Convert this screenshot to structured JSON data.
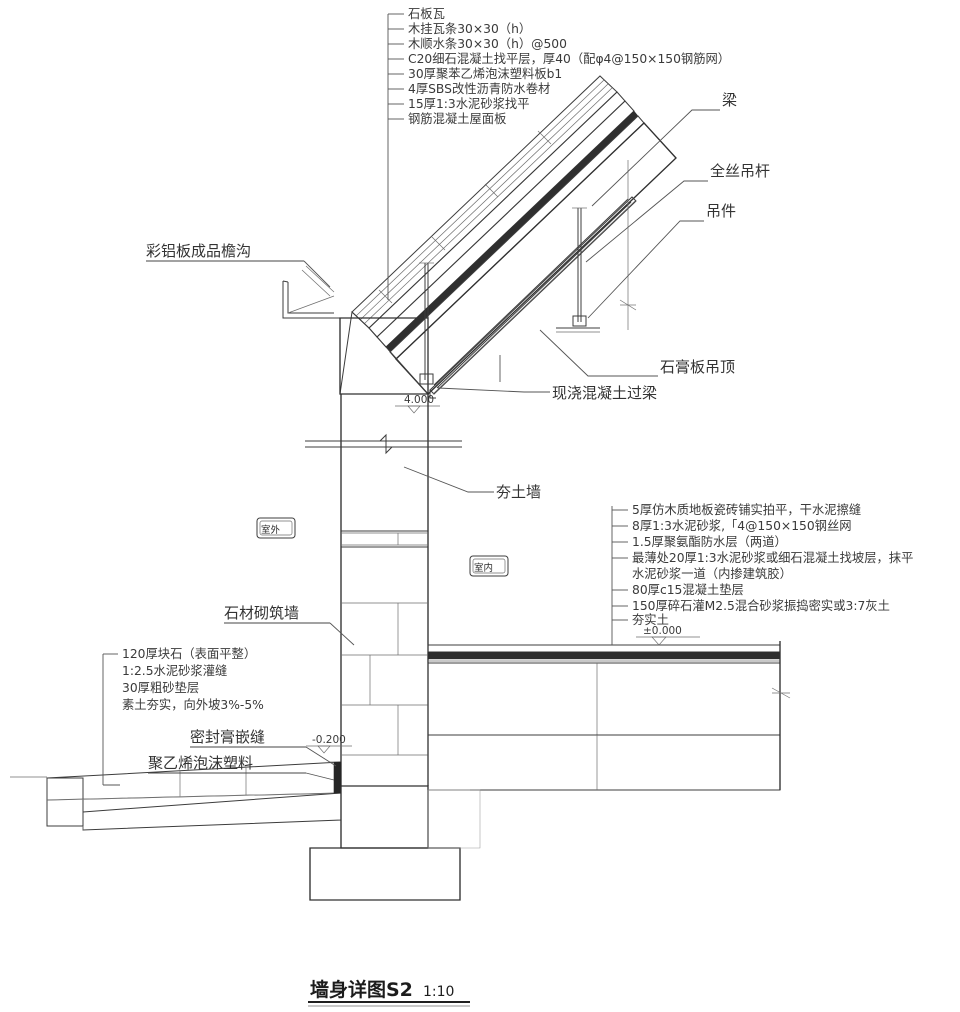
{
  "drawing": {
    "title": "墙身详图S2",
    "scale": "1:10",
    "type": "architectural-wall-section-detail"
  },
  "roof_notes": {
    "leader_target": "roof-assembly",
    "lines": [
      "石板瓦",
      "木挂瓦条30×30（h）",
      "木顺水条30×30（h）@500",
      "C20细石混凝土找平层，厚40（配φ4@150×150钢筋网）",
      "30厚聚苯乙烯泡沫塑料板b1",
      "4厚SBS改性沥青防水卷材",
      "15厚1:3水泥砂浆找平",
      "钢筋混凝土屋面板"
    ]
  },
  "floor_notes": {
    "leader_target": "ground-floor-assembly",
    "lines": [
      "5厚仿木质地板瓷砖铺实拍平，干水泥擦缝",
      "8厚1:3水泥砂浆,「4@150×150钢丝网",
      "1.5厚聚氨酯防水层（两道）",
      "最薄处20厚1:3水泥砂浆或细石混凝土找坡层，抹平",
      "水泥砂浆一道（内掺建筑胶）",
      "80厚c15混凝土垫层",
      "150厚碎石灌M2.5混合砂浆振捣密实或3:7灰土",
      "夯实土"
    ],
    "continuation_index": 4
  },
  "apron_notes": {
    "leader_target": "outdoor-apron",
    "lines": [
      "120厚块石（表面平整）",
      "1:2.5水泥砂浆灌缝",
      "30厚粗砂垫层",
      "素土夯实，向外坡3%-5%"
    ]
  },
  "callouts": [
    {
      "id": "gutter",
      "label": "彩铝板成品檐沟",
      "underlined": true
    },
    {
      "id": "beam",
      "label": "梁",
      "underlined": false
    },
    {
      "id": "hanger-rod",
      "label": "全丝吊杆",
      "underlined": false
    },
    {
      "id": "hanger-clip",
      "label": "吊件",
      "underlined": false
    },
    {
      "id": "gypsum-ceiling",
      "label": "石膏板吊顶",
      "underlined": false
    },
    {
      "id": "concrete-lintel",
      "label": "现浇混凝土过梁",
      "underlined": false
    },
    {
      "id": "rammed-earth-wall",
      "label": "夯土墙",
      "underlined": false
    },
    {
      "id": "stone-masonry-wall",
      "label": "石材砌筑墙",
      "underlined": true
    },
    {
      "id": "sealant-joint",
      "label": "密封膏嵌缝",
      "underlined": true
    },
    {
      "id": "pe-foam",
      "label": "聚乙烯泡沫塑料",
      "underlined": true
    }
  ],
  "zone_tags": [
    {
      "id": "outdoor",
      "label": "室外"
    },
    {
      "id": "indoor",
      "label": "室内"
    }
  ],
  "elevations": [
    {
      "id": "roof-level",
      "value": "4.000",
      "marker": "triangle"
    },
    {
      "id": "ground-level",
      "value": "±0.000",
      "marker": "triangle"
    },
    {
      "id": "apron-level",
      "value": "-0.200",
      "marker": "triangle"
    }
  ],
  "colors": {
    "line": "#3c3c3c",
    "line_bold": "#202020",
    "text": "#333333",
    "hatch": "#9a9a9a",
    "background": "#ffffff"
  }
}
